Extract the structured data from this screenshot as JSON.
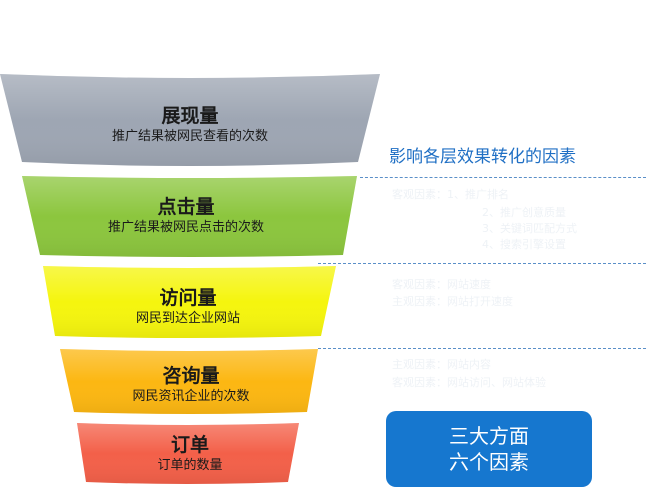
{
  "stages": [
    {
      "title": "展现量",
      "desc": "推广结果被网民查看的次数",
      "color": "#9ea6b3"
    },
    {
      "title": "点击量",
      "desc": "推广结果被网民点击的次数",
      "color": "#8cc63e"
    },
    {
      "title": "访问量",
      "desc": "网民到达企业网站",
      "color": "#f5f50e"
    },
    {
      "title": "咨询量",
      "desc": "网民资讯企业的次数",
      "color": "#fcb712"
    },
    {
      "title": "订单",
      "desc": "订单的数量",
      "color": "#f36049"
    }
  ],
  "factors_title": "影响各层效果转化的因素",
  "factor_blocks": [
    [
      "客观因素：1、推广排名",
      "2、推广创意质量",
      "3、关键词匹配方式",
      "4、搜索引擎设置"
    ],
    [
      "客观因素：网站速度",
      "主观因素：网站打开速度"
    ],
    [
      "主观因素：网站内容",
      "客观因素：网站访问、网站体验"
    ]
  ],
  "summary": {
    "line1": "三大方面",
    "line2": "六个因素"
  },
  "colors": {
    "accent": "#1f6fc4",
    "box": "#1677cf",
    "dash": "#5a8fc8"
  }
}
